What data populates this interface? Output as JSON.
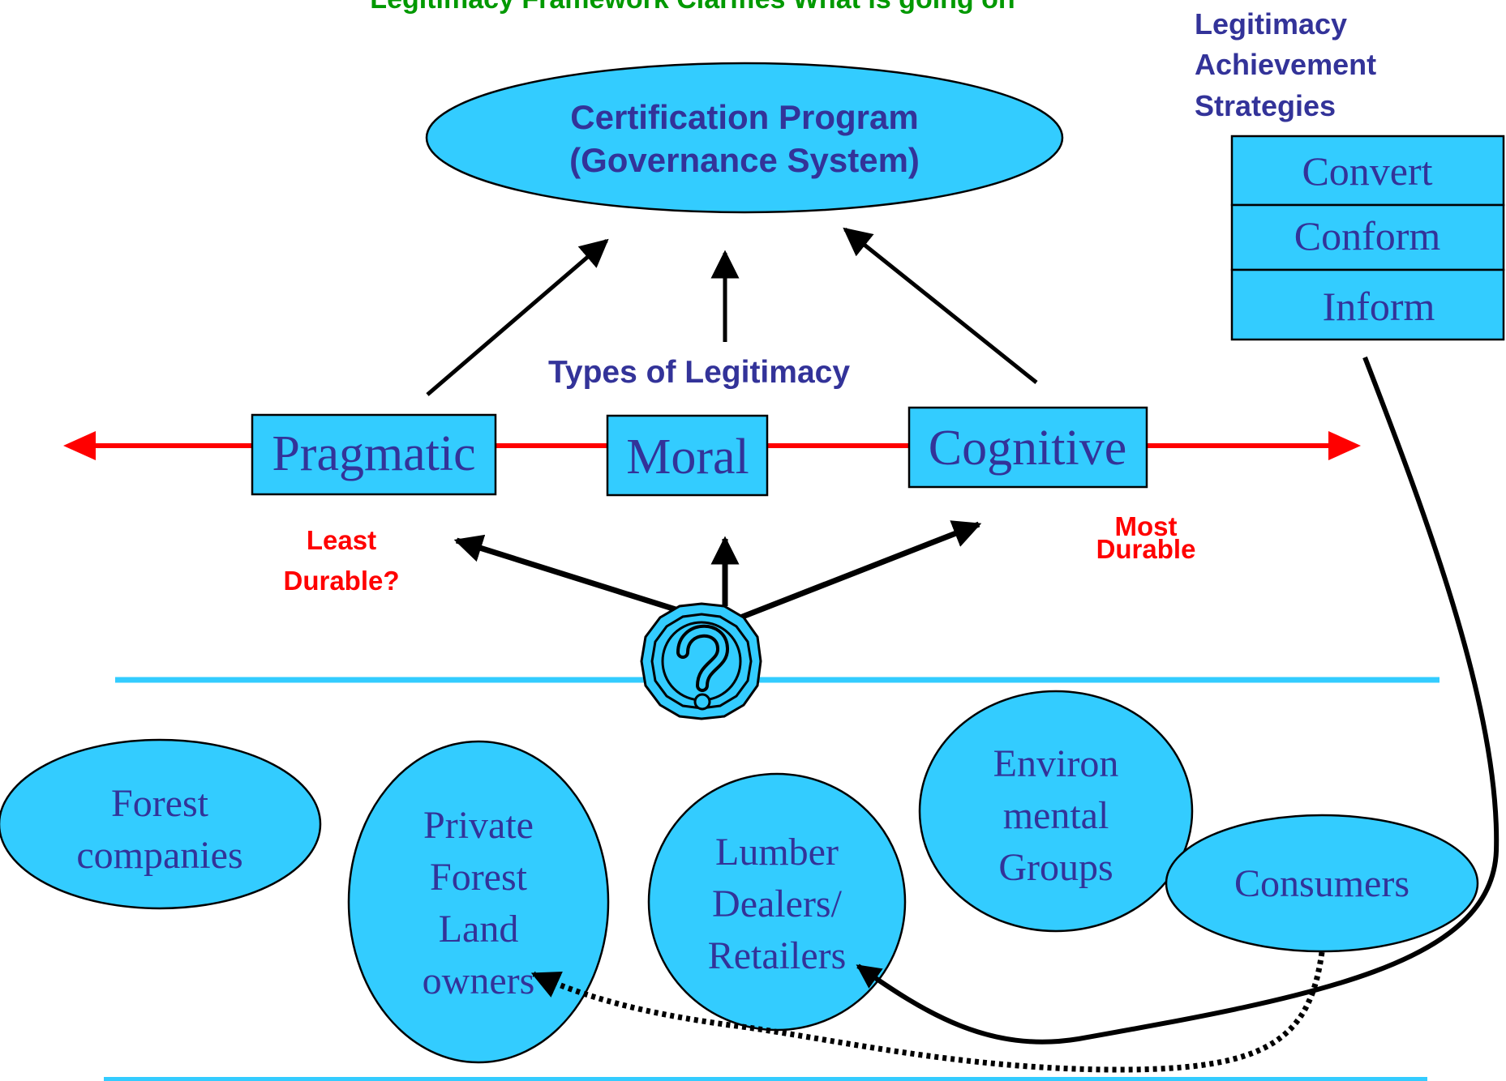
{
  "title": "Legitimacy Framework Clarifies What is going on",
  "colors": {
    "fill": "#33CCFF",
    "stroke": "#000000",
    "navy": "#333399",
    "red": "#FF0000",
    "green": "#009900",
    "divider": "#33CCFF"
  },
  "governance": {
    "line1": "Certification Program",
    "line2": "(Governance System)"
  },
  "strategies": {
    "heading": [
      "Legitimacy",
      "Achievement",
      "Strategies"
    ],
    "items": [
      "Convert",
      "Conform",
      "Inform"
    ]
  },
  "types_label": "Types of Legitimacy",
  "types": [
    "Pragmatic",
    "Moral",
    "Cognitive"
  ],
  "durability": {
    "least": [
      "Least",
      "Durable?"
    ],
    "most": [
      "Most",
      "Durable"
    ]
  },
  "question_icon": "question-mark-icon",
  "stakeholders": {
    "forest_companies": [
      "Forest",
      "companies"
    ],
    "private_owners": [
      "Private",
      "Forest",
      "Land",
      "owners"
    ],
    "lumber": [
      "Lumber",
      "Dealers/",
      "Retailers"
    ],
    "environmental": [
      "Environ",
      "mental",
      "Groups"
    ],
    "consumers": [
      "Consumers"
    ]
  }
}
